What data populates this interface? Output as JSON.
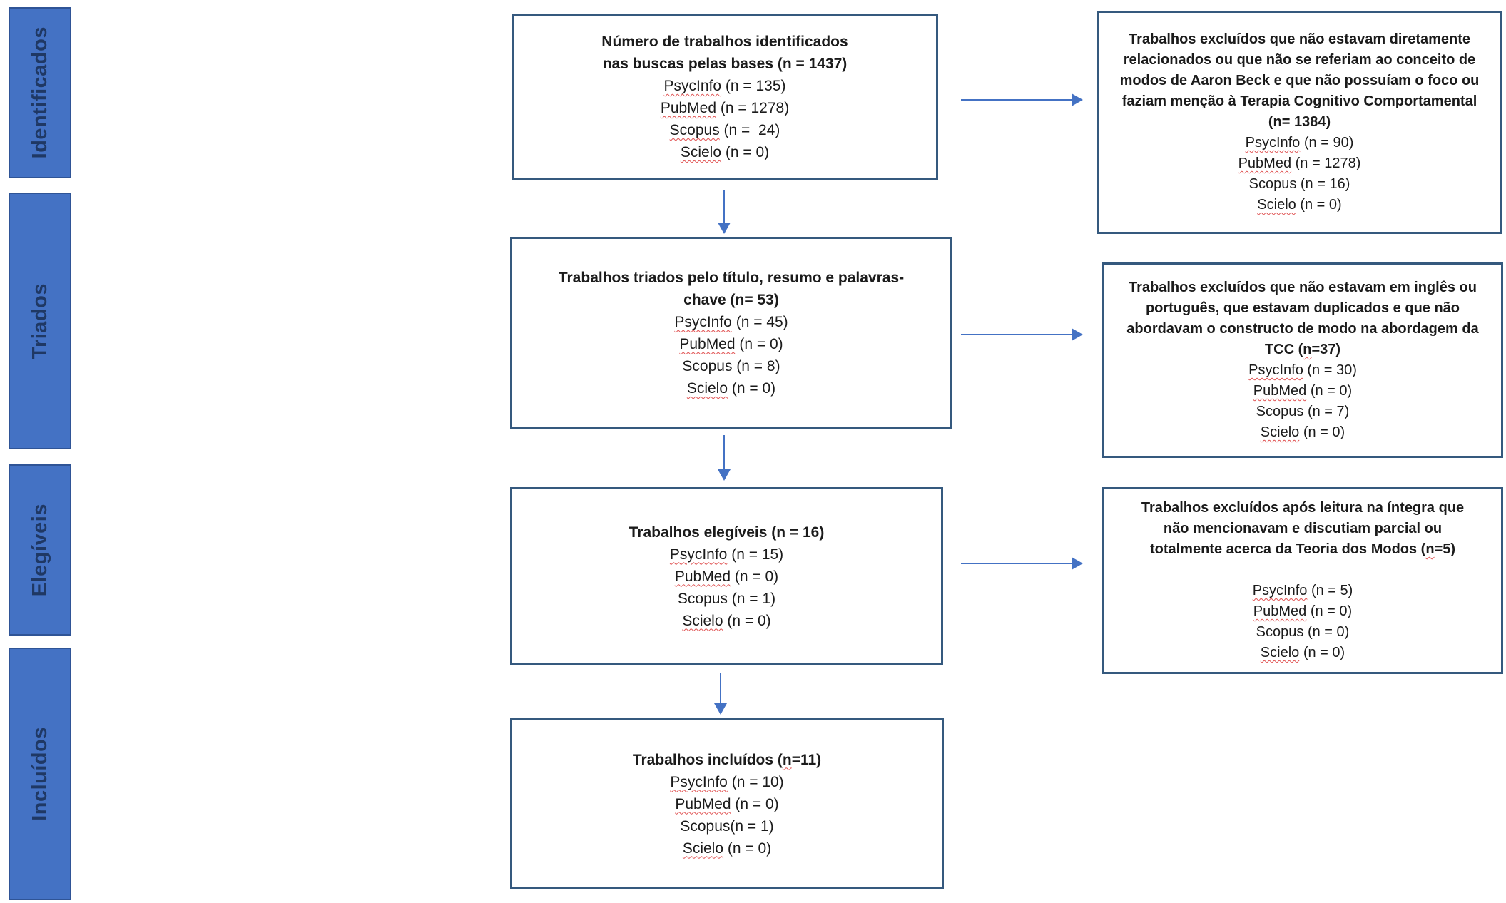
{
  "sidebar": {
    "stages": [
      {
        "label": "Identificados"
      },
      {
        "label": "Triados"
      },
      {
        "label": "Elegíveis"
      },
      {
        "label": "Incluídos"
      }
    ]
  },
  "colors": {
    "stage_fill": "#4472C4",
    "stage_border": "#2F5496",
    "stage_text": "#1F3864",
    "box_border": "#35597E",
    "arrow": "#4472C4",
    "text": "#1B1B1B",
    "spellcheck_squiggle": "#E05252"
  },
  "boxes": {
    "identified": {
      "title": [
        {
          "t": "Número de trabalhos identificados",
          "br": true
        },
        {
          "t": "nas buscas pelas bases (n = 1437)"
        }
      ],
      "entries": [
        {
          "name": "PsycInfo",
          "rest": " (n = 135)",
          "wavy": true
        },
        {
          "name": "PubMed",
          "rest": " (n = 1278)",
          "wavy": true
        },
        {
          "name": "Scopus",
          "rest": " (n =  24)",
          "wavy": true
        },
        {
          "name": "Scielo",
          "rest": " (n = 0)",
          "wavy": true
        }
      ]
    },
    "screened": {
      "title": [
        {
          "t": "Trabalhos triados pelo título, resumo e palavras-",
          "br": true
        },
        {
          "t": "chave (n= 53)"
        }
      ],
      "entries": [
        {
          "name": "PsycInfo",
          "rest": " (n = 45)",
          "wavy": true
        },
        {
          "name": "PubMed",
          "rest": " (n = 0)",
          "wavy": true
        },
        {
          "name": "Scopus",
          "rest": " (n = 8)",
          "wavy": false
        },
        {
          "name": "Scielo",
          "rest": " (n = 0)",
          "wavy": true
        }
      ]
    },
    "eligible": {
      "title": [
        {
          "t": "Trabalhos elegíveis (n = 16)"
        }
      ],
      "entries": [
        {
          "name": "PsycInfo",
          "rest": " (n = 15)",
          "wavy": true
        },
        {
          "name": "PubMed",
          "rest": " (n = 0)",
          "wavy": true
        },
        {
          "name": "Scopus",
          "rest": " (n = 1)",
          "wavy": false
        },
        {
          "name": "Scielo",
          "rest": " (n = 0)",
          "wavy": true
        }
      ]
    },
    "included": {
      "title": [
        {
          "t": "Trabalhos incluídos ("
        },
        {
          "t": "n",
          "wavy": true
        },
        {
          "t": "=11)"
        }
      ],
      "entries": [
        {
          "name": "PsycInfo",
          "rest": " (n = 10)",
          "wavy": true
        },
        {
          "name": "PubMed",
          "rest": " (n = 0)",
          "wavy": true
        },
        {
          "name": "Scopus",
          "rest": "(n = 1)",
          "wavy": false
        },
        {
          "name": "Scielo",
          "rest": " (n = 0)",
          "wavy": true
        }
      ]
    },
    "excluded1": {
      "title": [
        {
          "t": "Trabalhos excluídos que não estavam diretamente",
          "br": true
        },
        {
          "t": "relacionados ou que não se referiam ao conceito de",
          "br": true
        },
        {
          "t": "modos de Aaron Beck e que não possuíam o foco ou",
          "br": true
        },
        {
          "t": "faziam menção à Terapia Cognitivo Comportamental",
          "br": true
        },
        {
          "t": "(n= 1384)"
        }
      ],
      "entries": [
        {
          "name": "PsycInfo",
          "rest": " (n = 90)",
          "wavy": true
        },
        {
          "name": "PubMed",
          "rest": " (n = 1278)",
          "wavy": true
        },
        {
          "name": "Scopus",
          "rest": " (n = 16)",
          "wavy": false
        },
        {
          "name": "Scielo",
          "rest": " (n = 0)",
          "wavy": true
        }
      ]
    },
    "excluded2": {
      "title": [
        {
          "t": "Trabalhos excluídos que não estavam em inglês ou",
          "br": true
        },
        {
          "t": "português, que estavam duplicados e que não",
          "br": true
        },
        {
          "t": "abordavam o constructo de modo na abordagem da",
          "br": true
        },
        {
          "t": "TCC ("
        },
        {
          "t": "n",
          "wavy": true
        },
        {
          "t": "=37)"
        }
      ],
      "entries": [
        {
          "name": "PsycInfo",
          "rest": " (n = 30)",
          "wavy": true
        },
        {
          "name": "PubMed",
          "rest": " (n = 0)",
          "wavy": true
        },
        {
          "name": "Scopus",
          "rest": " (n = 7)",
          "wavy": false
        },
        {
          "name": "Scielo",
          "rest": " (n = 0)",
          "wavy": true
        }
      ]
    },
    "excluded3": {
      "gap_before_list": true,
      "title": [
        {
          "t": "Trabalhos excluídos após leitura na íntegra que",
          "br": true
        },
        {
          "t": "não mencionavam e discutiam parcial ou",
          "br": true
        },
        {
          "t": "totalmente acerca da Teoria dos Modos ("
        },
        {
          "t": "n",
          "wavy": true
        },
        {
          "t": "=5)"
        }
      ],
      "entries": [
        {
          "name": "PsycInfo",
          "rest": " (n = 5)",
          "wavy": true
        },
        {
          "name": "PubMed",
          "rest": " (n = 0)",
          "wavy": true
        },
        {
          "name": "Scopus",
          "rest": " (n = 0)",
          "wavy": false
        },
        {
          "name": "Scielo",
          "rest": " (n = 0)",
          "wavy": true
        }
      ]
    }
  }
}
